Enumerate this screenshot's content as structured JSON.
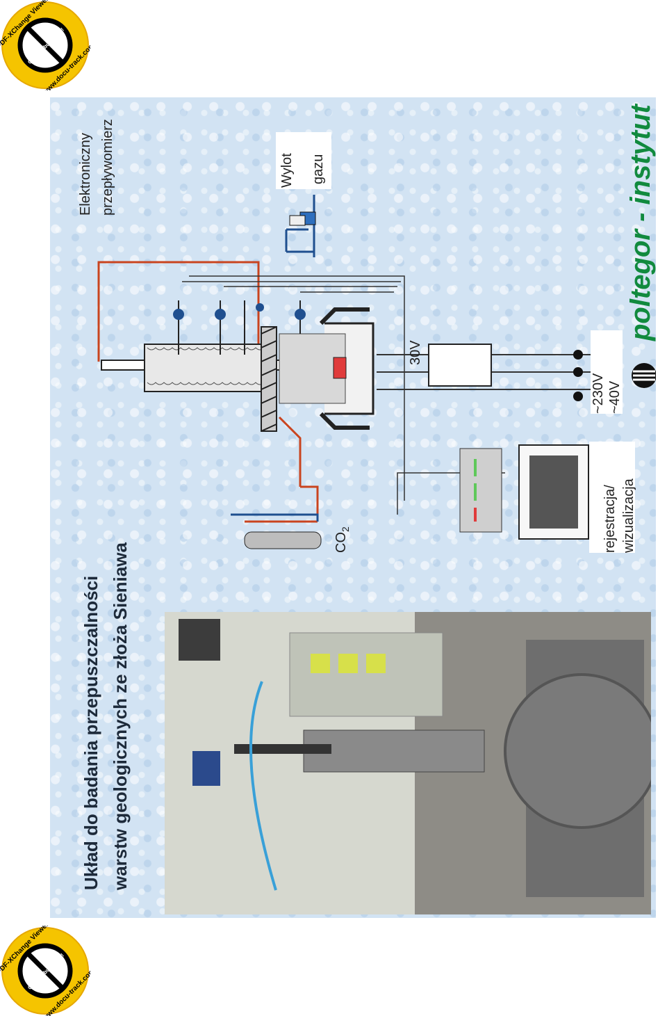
{
  "watermark": {
    "top_text": "PDF-XChange Viewer",
    "middle_text": "Click to buy NOW!",
    "bottom_text": "www.docu-track.com"
  },
  "title": {
    "line1": "Układ do badania przepuszczalności",
    "line2": "warstw geologicznych ze złoża Sieniawa"
  },
  "labels": {
    "flowmeter_line1": "Elektroniczny",
    "flowmeter_line2": "przepływomierz",
    "outlet_line1": "Wylot",
    "outlet_line2": "gazu",
    "voltage_30": "30V",
    "voltage_230": "~230V",
    "voltage_40": "~40V",
    "co2": "CO",
    "co2_subscript": "2",
    "recording_line1": "rejestracja/",
    "recording_line2": "wizualizacja"
  },
  "logo": {
    "text": "poltegor - instytut"
  },
  "colors": {
    "background": "#d2e3f3",
    "wire_red": "#c9441f",
    "wire_blue": "#1f4f8f",
    "logo_green": "#118a3e",
    "heater_red": "#e03b3b",
    "indicator_green": "#5fc85a"
  }
}
